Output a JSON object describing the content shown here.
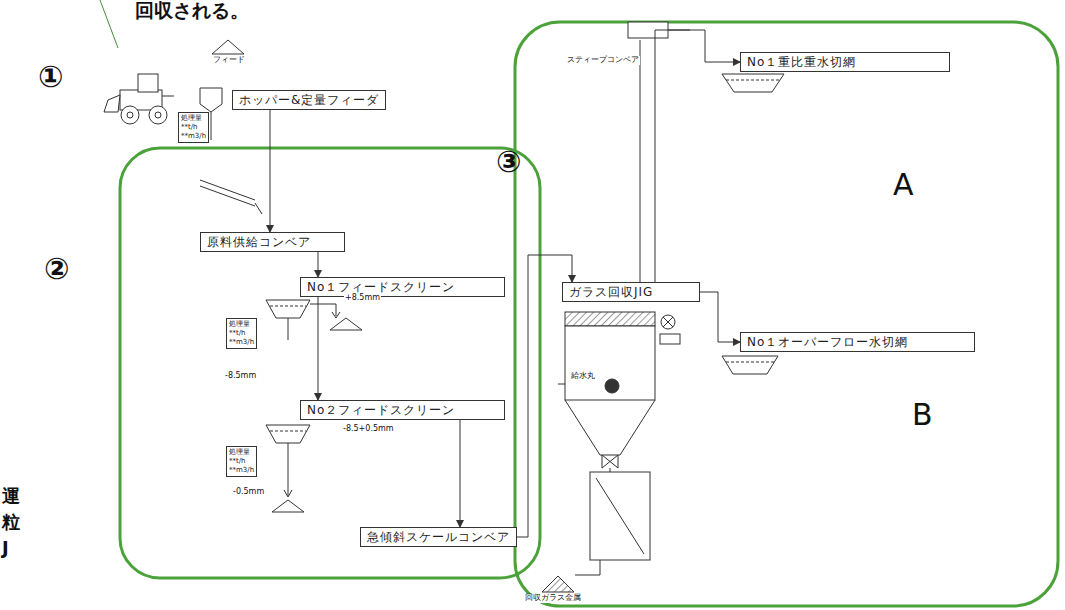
{
  "diagram": {
    "nodes": [
      {
        "text": [
          "ホッパー&定量フィーダ"
        ]
      },
      {
        "text": [
          "処理量 **t/h **m3/h"
        ]
      },
      {
        "text": [
          "原料供給コンベア"
        ]
      },
      {
        "text": [
          "No１フィードスクリーン"
        ]
      },
      {
        "text": [
          "処理量 **t/h **m3/h"
        ]
      },
      {
        "text": [
          "No２フィードスクリーン"
        ]
      },
      {
        "text": [
          "処理量 **t/h **m3/h"
        ]
      },
      {
        "text": [
          "急傾斜スケールコンベア"
        ]
      },
      {
        "text": [
          "No１重比重水切網"
        ]
      },
      {
        "text": [
          "ガラス回収JIG"
        ]
      },
      {
        "text": [
          "No１オーバーフロー水切網"
        ]
      }
    ],
    "edges": [
      {
        "from": 0,
        "to": 2,
        "arrow": "to"
      },
      {
        "from": 2,
        "to": 3,
        "arrow": "to"
      },
      {
        "from": 3,
        "to": 5,
        "arrow": "to"
      },
      {
        "from": 5,
        "to": 7,
        "arrow": "to"
      },
      {
        "from": 7,
        "to": 9,
        "arrow": "to"
      },
      {
        "from": 9,
        "to": 8,
        "arrow": "to"
      },
      {
        "from": 9,
        "to": 10,
        "arrow": "to"
      }
    ],
    "labels": [
      "回収される。",
      "①",
      "②",
      "③",
      "A",
      "B",
      "フィード",
      "+8.5mm",
      "-8.5mm",
      "-8.5+0.5mm",
      "-0.5mm",
      "スティープコンベア",
      "給水丸",
      "回収ガラス金属",
      "運",
      "粒",
      "J"
    ]
  }
}
